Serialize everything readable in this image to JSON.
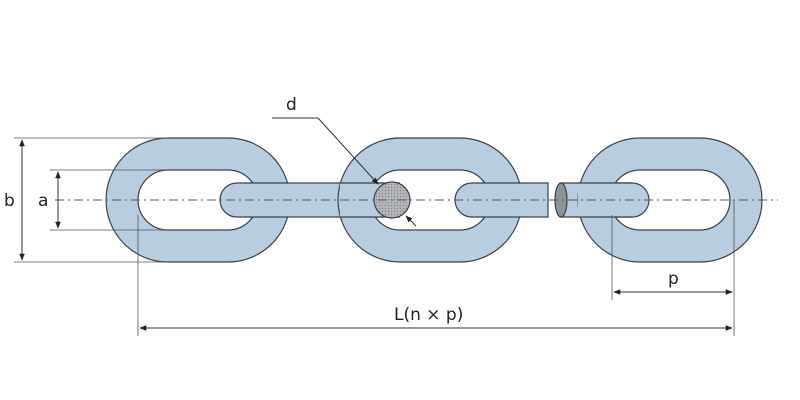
{
  "labels": {
    "d": "d",
    "a": "a",
    "b": "b",
    "p": "p",
    "L": "L(n × p)"
  },
  "colors": {
    "link_fill": "#b9cde0",
    "link_stroke": "#3a4148",
    "wire_fill": "#a9aeb3",
    "centerline": "#555555"
  }
}
